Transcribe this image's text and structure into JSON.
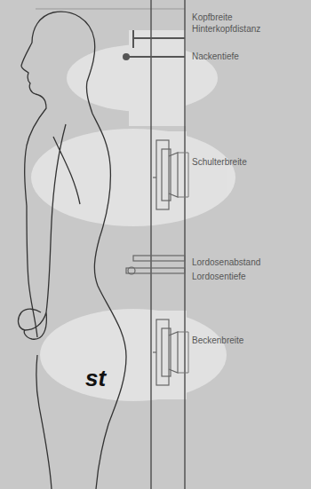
{
  "diagram": {
    "labels": [
      "Kopfbreite",
      "Hinterkopfdistanz",
      "Nackentiefe",
      "Schulterbreite",
      "Lordosenabstand",
      "Lordosentiefe",
      "Beckenbreite",
      "st"
    ]
  }
}
